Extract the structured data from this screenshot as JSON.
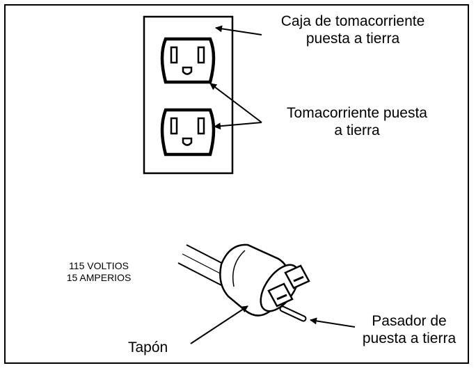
{
  "labels": {
    "outlet_box": {
      "line1": "Caja de tomacorriente",
      "line2": "puesta a tierra"
    },
    "grounded_outlet": {
      "line1": "Tomacorriente puesta",
      "line2": "a tierra"
    },
    "rating": {
      "line1": "115 VOLTIOS",
      "line2": "15 AMPERIOS"
    },
    "ground_pin": {
      "line1": "Pasador de",
      "line2": "puesta a tierra"
    },
    "plug": "Tapón"
  },
  "colors": {
    "line": "#000000",
    "background": "#ffffff"
  }
}
